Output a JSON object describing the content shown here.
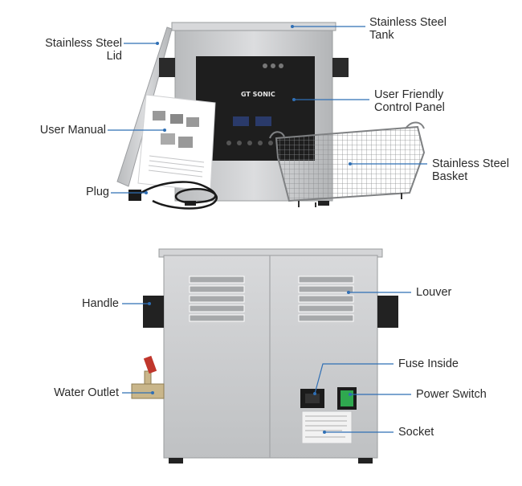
{
  "top_view": {
    "brand": "GT SONIC",
    "labels": {
      "stainless_steel_tank": [
        "Stainless Steel",
        "Tank"
      ],
      "stainless_steel_lid": [
        "Stainless Steel",
        "Lid"
      ],
      "user_friendly_control_panel": [
        "User Friendly",
        "Control Panel"
      ],
      "user_manual": "User Manual",
      "stainless_steel_basket": [
        "Stainless Steel",
        "Basket"
      ],
      "plug": "Plug"
    }
  },
  "bottom_view": {
    "labels": {
      "handle": "Handle",
      "louver": "Louver",
      "fuse_inside": "Fuse Inside",
      "water_outlet": "Water Outlet",
      "power_switch": "Power Switch",
      "socket": "Socket"
    }
  },
  "colors": {
    "leader_line": "#2f6fb5",
    "steel": "#c9cacb",
    "panel": "#1e1e1e",
    "switch_green": "#2fa84f"
  }
}
